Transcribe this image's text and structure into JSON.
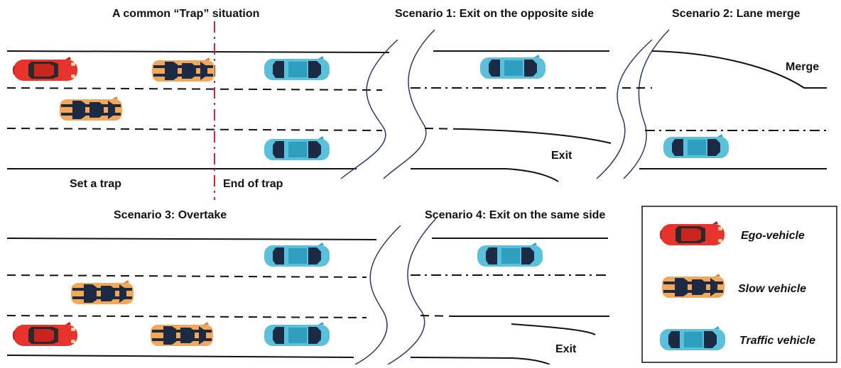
{
  "titles": {
    "trap": "A common “Trap” situation",
    "scenario1": "Scenario 1: Exit on the opposite side",
    "scenario2": "Scenario 2: Lane merge",
    "scenario3": "Scenario 3: Overtake",
    "scenario4": "Scenario 4: Exit on the same side"
  },
  "labels": {
    "set_trap": "Set a trap",
    "end_trap": "End of trap",
    "exit1": "Exit",
    "merge": "Merge",
    "exit4": "Exit"
  },
  "legend": [
    {
      "label": "Ego-vehicle",
      "type": "ego"
    },
    {
      "label": "Slow vehicle",
      "type": "slow"
    },
    {
      "label": "Traffic vehicle",
      "type": "traffic"
    }
  ],
  "colors": {
    "ego": "#e8322c",
    "slow": "#f2a85a",
    "traffic": "#5bc0dc",
    "trap_line": "#d9262c",
    "break_line": "#2b3a67"
  }
}
